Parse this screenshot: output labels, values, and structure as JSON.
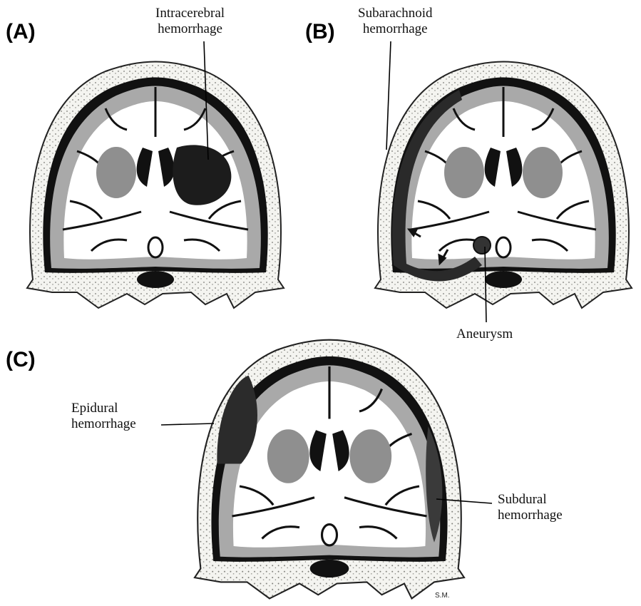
{
  "panels": {
    "a": {
      "label": "(A)",
      "callout": [
        "Intracerebral",
        "hemorrhage"
      ]
    },
    "b": {
      "label": "(B)",
      "callout": [
        "Subarachnoid",
        "hemorrhage"
      ],
      "callout2": "Aneurysm"
    },
    "c": {
      "label": "(C)",
      "callout": [
        "Epidural",
        "hemorrhage"
      ],
      "callout2": [
        "Subdural",
        "hemorrhage"
      ]
    }
  },
  "signature": "S.M.",
  "colors": {
    "skull": "#f4f4f0",
    "bone_dots": "#7a7a74",
    "gray_matter": "#a9a9a9",
    "white_matter": "#ffffff",
    "csf": "#111111",
    "blood": "#1c1c1c",
    "basal_ganglia": "#8f8f8f"
  }
}
